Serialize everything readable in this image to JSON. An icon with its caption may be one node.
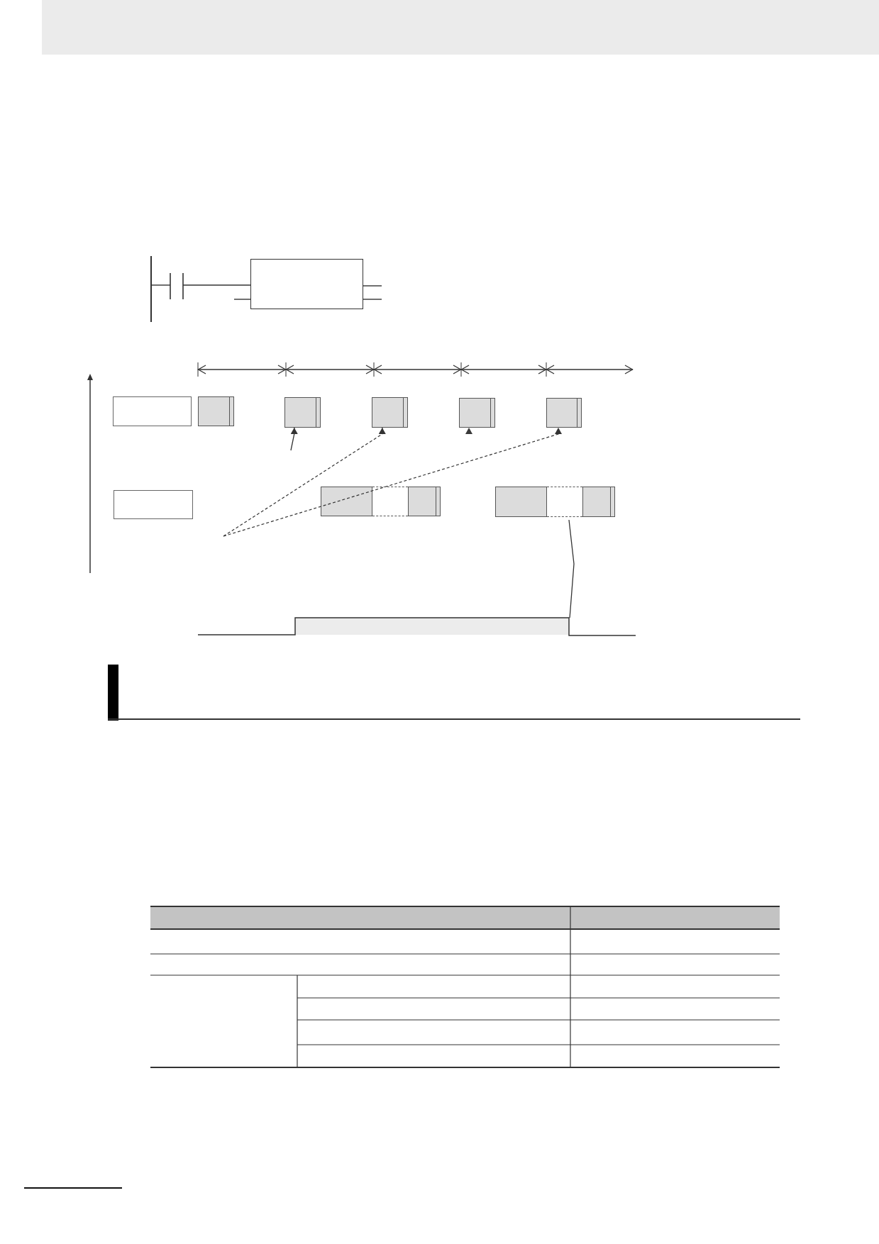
{
  "diagram": {
    "nodes": [
      {
        "text": [],
        "shape": "box"
      },
      {
        "text": [],
        "shape": "box"
      },
      {
        "text": [],
        "shape": "box"
      },
      {
        "text": [],
        "shape": "box"
      },
      {
        "text": [],
        "shape": "box"
      },
      {
        "text": [],
        "shape": "box"
      },
      {
        "text": [],
        "shape": "box"
      },
      {
        "text": [],
        "shape": "box"
      },
      {
        "text": [],
        "shape": "box"
      },
      {
        "text": [],
        "shape": "box"
      },
      {
        "text": [],
        "shape": "box"
      },
      {
        "text": [],
        "shape": "box"
      },
      {
        "text": [],
        "shape": "box"
      },
      {
        "text": [],
        "shape": "box"
      },
      {
        "text": [],
        "shape": "bar"
      }
    ],
    "edges": [
      {
        "from": null,
        "to": 3,
        "arrow": "to"
      },
      {
        "from": null,
        "to": 4,
        "arrow": "to",
        "style": "dashed"
      },
      {
        "from": null,
        "to": 6,
        "arrow": "to",
        "style": "dashed"
      },
      {
        "from": 12,
        "to": 14,
        "arrow": "none"
      }
    ]
  }
}
